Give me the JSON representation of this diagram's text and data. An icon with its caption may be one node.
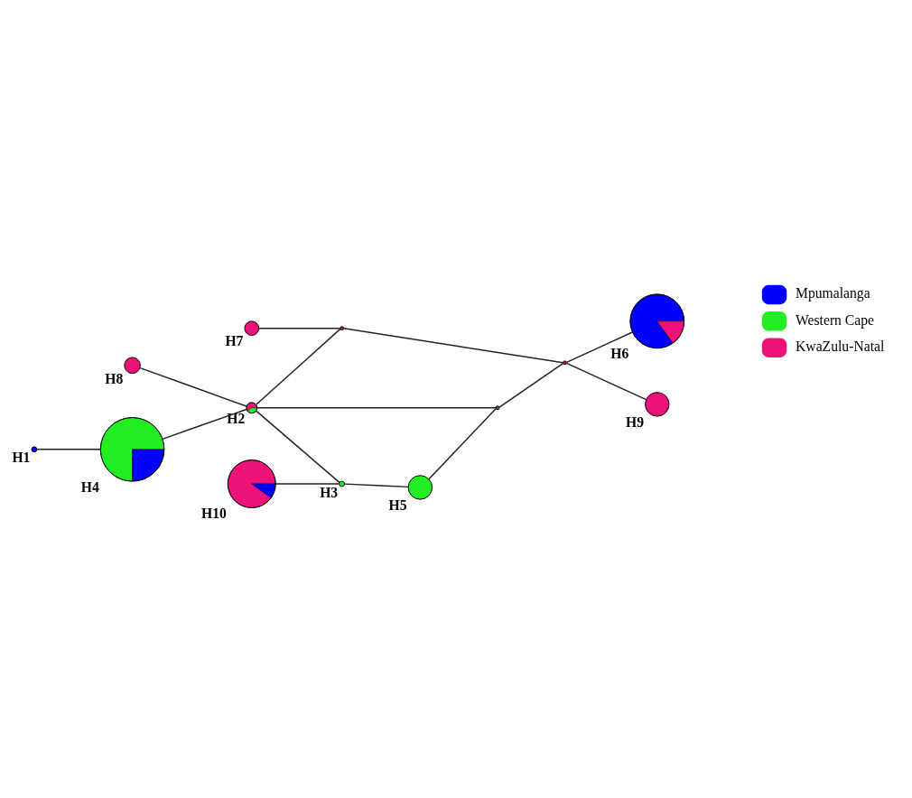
{
  "diagram": {
    "nodes": [
      {
        "text": [
          "H7"
        ]
      },
      {
        "text": [
          "H8"
        ]
      },
      {
        "text": [
          "H1"
        ]
      },
      {
        "text": [],
        "shape": "circle"
      },
      {
        "text": [
          "H4"
        ]
      },
      {
        "text": [
          "H2"
        ]
      },
      {
        "text": [],
        "shape": "circle"
      },
      {
        "text": [
          "H6"
        ]
      },
      {
        "text": [
          "H10"
        ]
      },
      {
        "text": [
          "H3"
        ]
      },
      {
        "text": [],
        "shape": "circle"
      },
      {
        "text": [
          "H9"
        ]
      },
      {
        "text": [
          "H5"
        ]
      }
    ],
    "edges": [
      {
        "from": 2,
        "to": 4,
        "arrow": "none"
      },
      {
        "from": 4,
        "to": 5,
        "arrow": "none"
      },
      {
        "from": 1,
        "to": 5,
        "arrow": "none"
      },
      {
        "from": 5,
        "to": 3,
        "arrow": "none"
      },
      {
        "from": 0,
        "to": 3,
        "arrow": "none"
      },
      {
        "from": 3,
        "to": 6,
        "arrow": "none"
      },
      {
        "from": 6,
        "to": 7,
        "arrow": "none"
      },
      {
        "from": 6,
        "to": 11,
        "arrow": "none"
      },
      {
        "from": 10,
        "to": 6,
        "arrow": "none"
      },
      {
        "from": 5,
        "to": 10,
        "arrow": "none"
      },
      {
        "from": 5,
        "to": 9,
        "arrow": "none"
      },
      {
        "from": 8,
        "to": 9,
        "arrow": "none"
      },
      {
        "from": 9,
        "to": 12,
        "arrow": "none"
      },
      {
        "from": 12,
        "to": 10,
        "arrow": "none"
      }
    ],
    "legend": [
      {
        "text": "Mpumalanga",
        "color": "#0000ff"
      },
      {
        "text": "Western Cape",
        "color": "#22ee22"
      },
      {
        "text": "KwaZulu-Natal",
        "color": "#ee1177"
      }
    ]
  }
}
